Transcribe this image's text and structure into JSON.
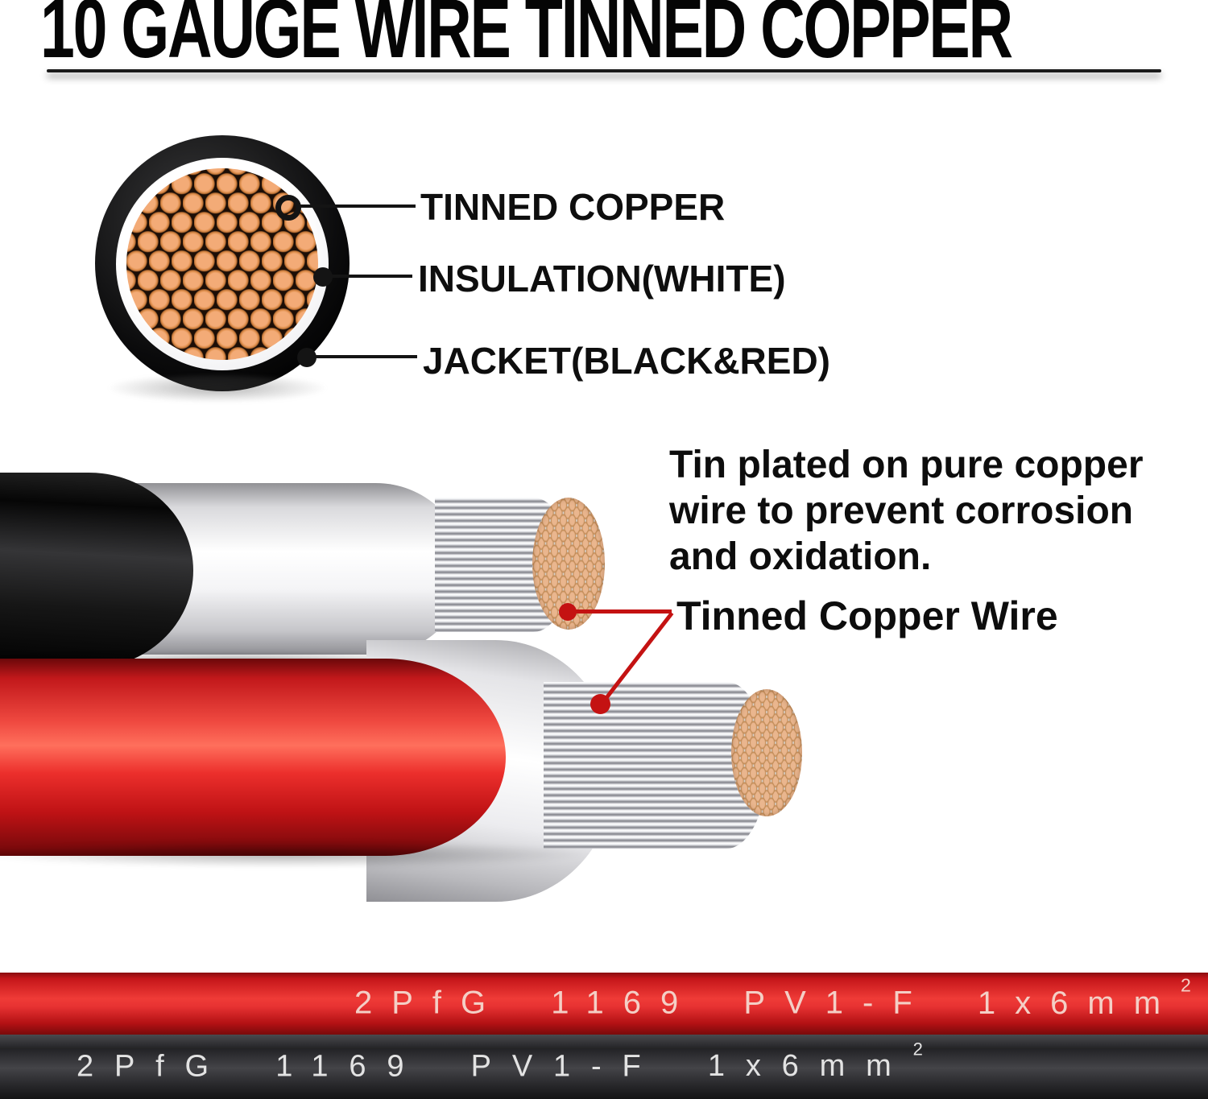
{
  "title": {
    "text": "10 GAUGE WIRE TINNED COPPER"
  },
  "cross_section": {
    "labels": {
      "tinned_copper": "TINNED COPPER",
      "insulation": "INSULATION(WHITE)",
      "jacket": "JACKET(BLACK&RED)"
    }
  },
  "description": {
    "lines": [
      "Tin plated on pure copper",
      "wire to prevent corrosion",
      "and oxidation."
    ],
    "caption": "Tinned Copper Wire"
  },
  "markings": {
    "red_band": {
      "segments": [
        "2PfG",
        "1169",
        "PV1-F",
        "1x6mm"
      ],
      "superscript": "2"
    },
    "black_band": {
      "segments": [
        "2PfG",
        "1169",
        "PV1-F",
        "1x6mm"
      ],
      "superscript": "2"
    }
  },
  "colors": {
    "jacket_red": "#e02728",
    "jacket_black": "#111111",
    "insulation_white": "#ffffff",
    "copper": "#eea26e",
    "tinned_silver": "#c9c9ce",
    "leader_red": "#c41212",
    "leader_black": "#141414"
  }
}
